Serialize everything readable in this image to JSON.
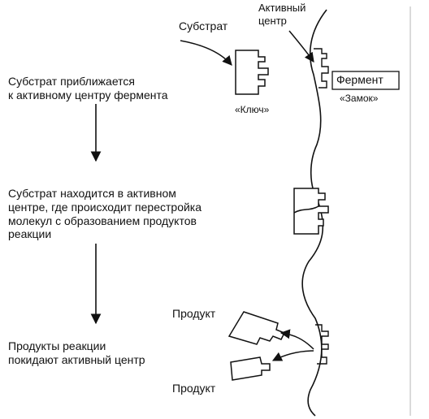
{
  "labels": {
    "substrate": "Субстрат",
    "active_center": "Активный\nцентр",
    "enzyme": "Фермент",
    "lock": "«Замок»",
    "key": "«Ключ»",
    "step1": "Субстрат приближается\nк активному центру фермента",
    "step2": "Субстрат находится в активном\nцентре, где происходит перестройка\nмолекул с образованием продуктов\nреакции",
    "step3": "Продукты реакции\nпокидают активный центр",
    "product_top": "Продукт",
    "product_bottom": "Продукт"
  }
}
